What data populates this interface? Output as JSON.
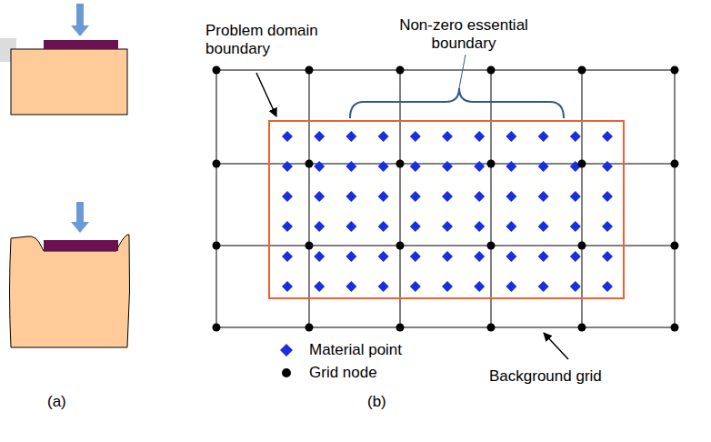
{
  "diagram": {
    "labels": [
      "Problem domain boundary",
      "Non-zero essential boundary",
      "Background grid",
      "(a)",
      "(b)"
    ],
    "legend": [
      {
        "text": "Material point"
      },
      {
        "text": "Grid node"
      }
    ]
  }
}
